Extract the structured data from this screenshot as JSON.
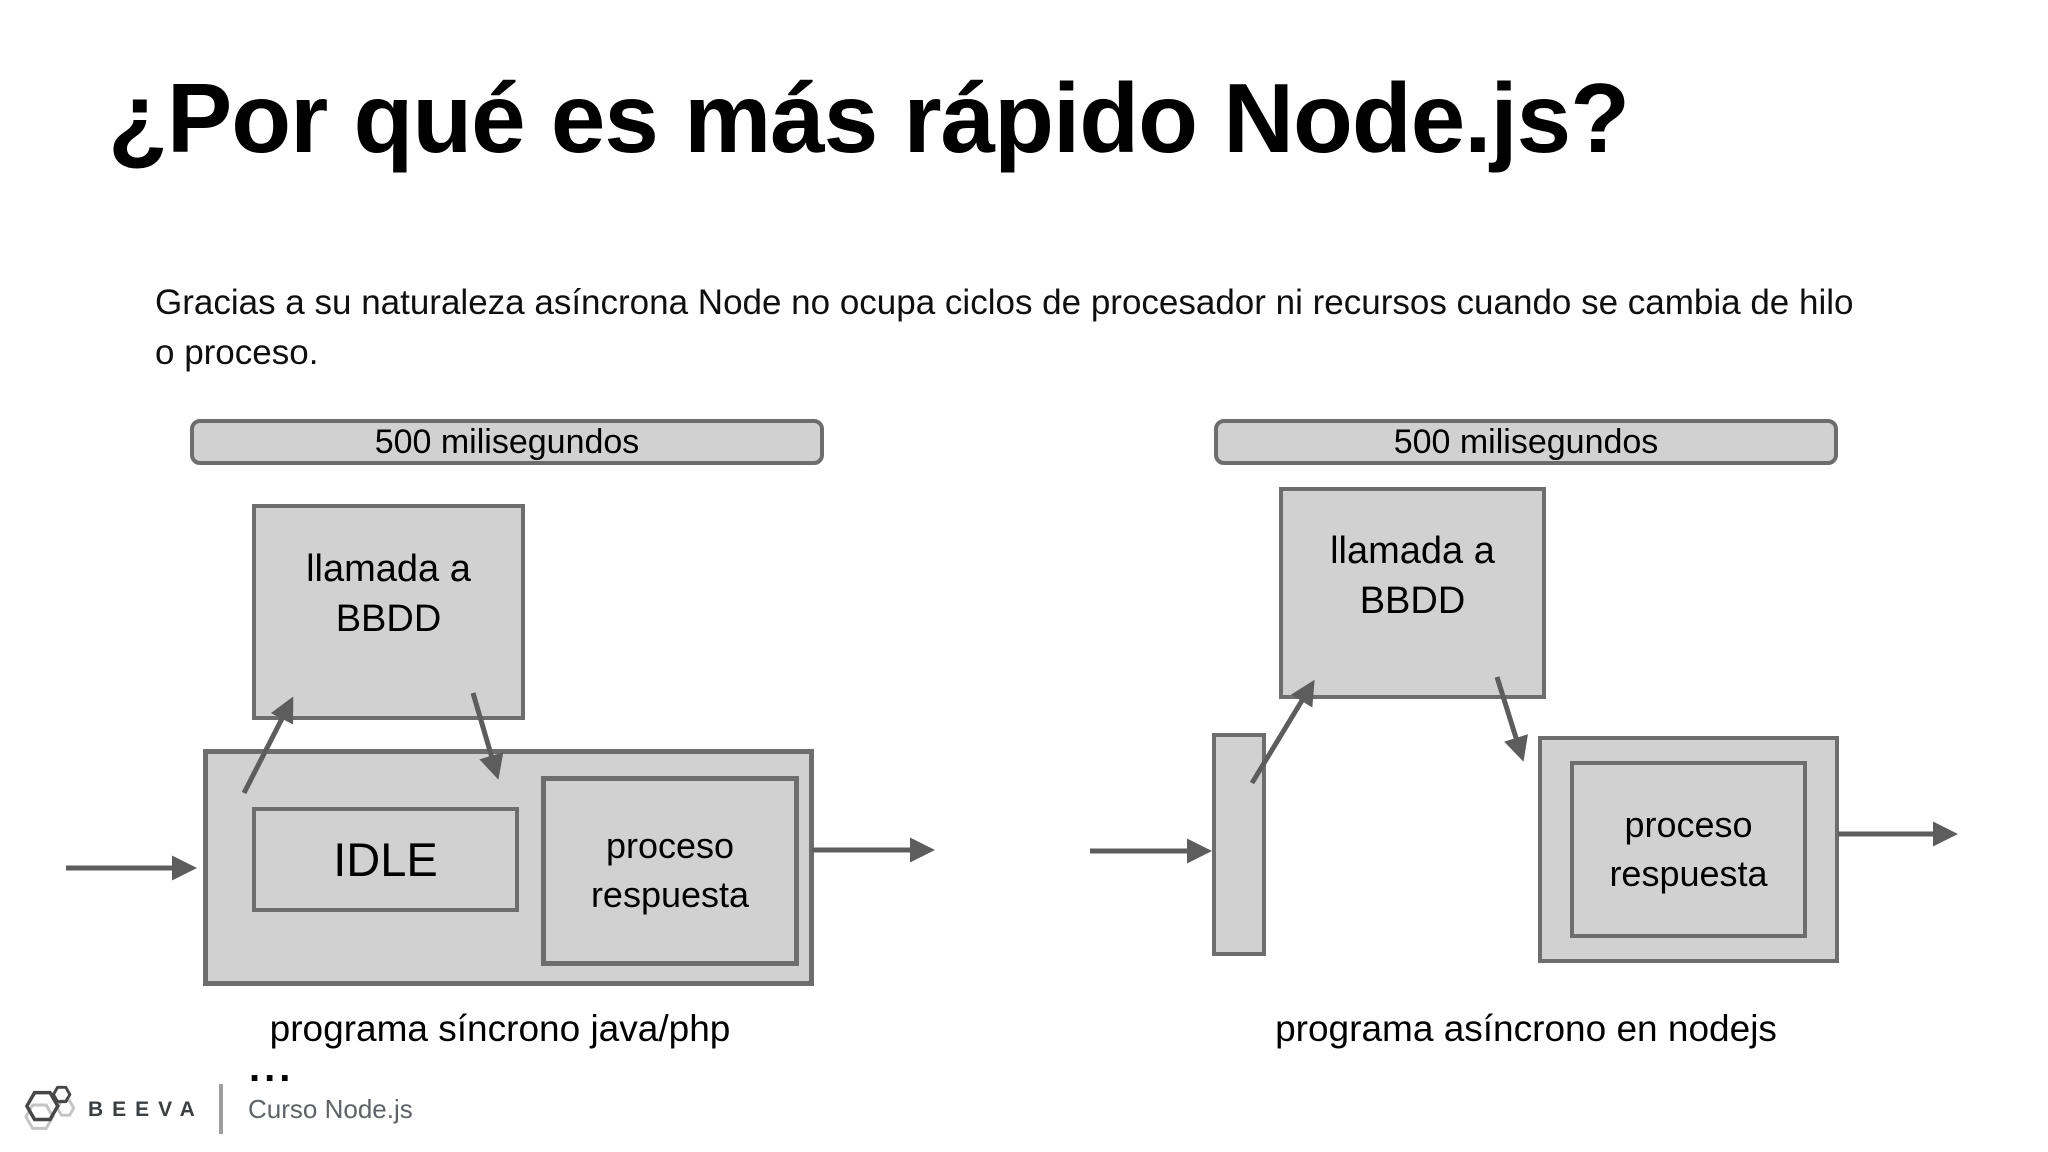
{
  "slide": {
    "title": "¿Por qué es más rápido Node.js?",
    "body": "Gracias a su naturaleza asíncrona Node no ocupa ciclos de procesador ni recursos cuando se cambia de hilo o proceso.",
    "left_diagram": {
      "duration_label": "500 milisegundos",
      "db_call_label": "llamada a BBDD",
      "idle_label": "IDLE",
      "process_label": "proceso respuesta",
      "caption": "programa síncrono java/php",
      "ellipsis": "..."
    },
    "right_diagram": {
      "duration_label": "500 milisegundos",
      "db_call_label": "llamada a BBDD",
      "process_label": "proceso respuesta",
      "caption": "programa asíncrono en nodejs"
    },
    "footer": {
      "brand": "BEEVA",
      "course_label": "Curso Node.js"
    },
    "colors": {
      "box_fill": "#d1d1d1",
      "box_border": "#6d6d6d",
      "arrow": "#5d5d5d",
      "title_text": "#000000",
      "footer_brand": "#3c4043",
      "footer_course": "#5f6368"
    }
  }
}
